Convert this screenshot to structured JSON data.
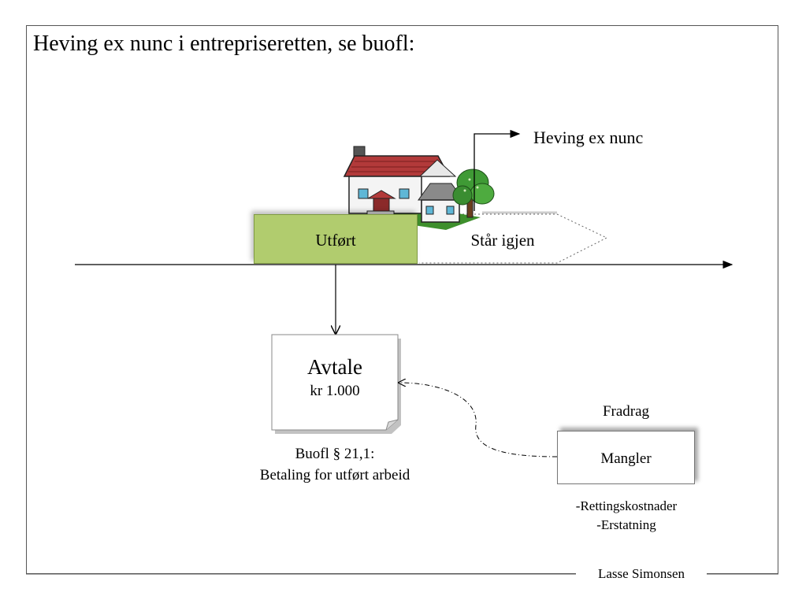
{
  "slide": {
    "title": "Heving ex nunc i entrepriseretten, se buofl:",
    "footer": "Lasse Simonsen"
  },
  "timeline": {
    "done_label": "Utført",
    "remaining_label": "Står igjen",
    "cancellation_label": "Heving ex nunc"
  },
  "agreement": {
    "title": "Avtale",
    "amount": "kr 1.000",
    "law_ref": "Buofl § 21,1:",
    "law_text": "Betaling for utført arbeid"
  },
  "deduction": {
    "heading": "Fradrag",
    "box_label": "Mangler",
    "items": [
      "-Rettingskostnader",
      "-Erstatning"
    ]
  },
  "icons": {
    "house": "house-icon",
    "tree": "tree-icon"
  }
}
